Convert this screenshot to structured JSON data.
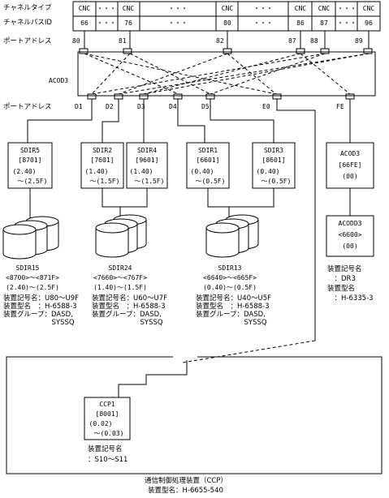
{
  "headers": {
    "channel_type": "チャネルタイプ",
    "channel_path": "チャネルパスID",
    "port_top": "ポートアドレス",
    "port_mid": "ポートアドレス"
  },
  "channels": [
    {
      "type": "CNC",
      "path": "66"
    },
    {
      "type": "・・・",
      "path": "・・・"
    },
    {
      "type": "CNC",
      "path": "76"
    },
    {
      "type": "・・・",
      "path": "・・・"
    },
    {
      "type": "CNC",
      "path": "80"
    },
    {
      "type": "・・・",
      "path": "・・・"
    },
    {
      "type": "CNC",
      "path": "86"
    },
    {
      "type": "CNC",
      "path": "87"
    },
    {
      "type": "・・・",
      "path": "・・・"
    },
    {
      "type": "CNC",
      "path": "96"
    }
  ],
  "top_ports": [
    "80",
    "81",
    "82",
    "87",
    "88",
    "89"
  ],
  "director": {
    "label": "ACOD3"
  },
  "bottom_ports": [
    "D1",
    "D2",
    "D3",
    "D4",
    "D5",
    "E0",
    "FE"
  ],
  "cus": [
    {
      "name": "SDIR5",
      "addr": "[8701]",
      "r1": "(2.40)",
      "r2": "～(2.5F)"
    },
    {
      "name": "SDIR2",
      "addr": "[7601]",
      "r1": "(1.40)",
      "r2": "～(1.5F)"
    },
    {
      "name": "SDIR4",
      "addr": "[9601]",
      "r1": "(1.40)",
      "r2": "～(1.5F)"
    },
    {
      "name": "SDIR1",
      "addr": "[6601]",
      "r1": "(0.40)",
      "r2": "～(0.5F)"
    },
    {
      "name": "SDIR3",
      "addr": "[8601]",
      "r1": "(0.40)",
      "r2": "～(0.5F)"
    }
  ],
  "cascade": {
    "d1": {
      "name": "ACOD3",
      "addr": "[66FE]",
      "r": "(00)"
    },
    "d2": {
      "name": "ACODD3",
      "addr": "<6600>",
      "r": "(00)"
    },
    "info": "装置記号名\n　：DR3\n装置型名\n　：H-6335-3"
  },
  "disk_groups": [
    {
      "name": "SDIR15",
      "addr": "<8700>～<871F>",
      "range": "(2.40)～(2.5F)",
      "info": "装置記号名：U80～U9F\n装置型名　：H-6588-3\n装置グループ：DASD,\n　　　　　　　SYSSQ"
    },
    {
      "name": "SDIR24",
      "addr": "<7660>～<767F>",
      "range": "(1.40)～(1.5F)",
      "info": "装置記号名：U60～U7F\n装置型名　：H-6588-3\n装置グループ：DASD,\n　　　　　　　SYSSQ"
    },
    {
      "name": "SDIR13",
      "addr": "<6640>～<665F>",
      "range": "(0.40)～(0.5F)",
      "info": "装置記号名：U40～U5F\n装置型名　：H-6588-3\n装置グループ：DASD,\n　　　　　　　SYSSQ"
    }
  ],
  "ccp": {
    "name": "CCP1",
    "addr": "[8001]",
    "r1": "(0.02)",
    "r2": "～(0.03)",
    "info": "装置記号名\n：S10～S11",
    "footer1": "通信制御処理装置（CCP）",
    "footer2": "装置型名：H-6655-540"
  }
}
